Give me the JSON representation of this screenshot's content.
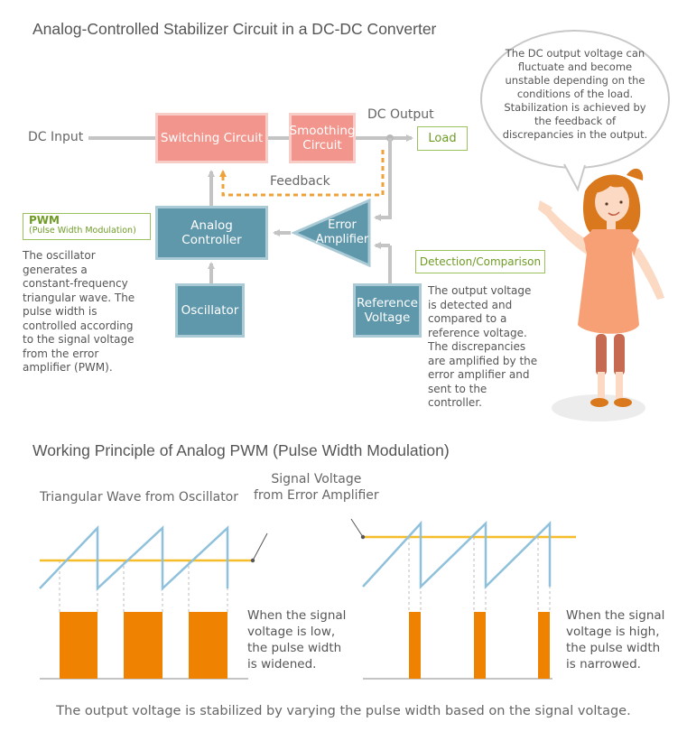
{
  "circuit": {
    "title": "Analog-Controlled Stabilizer Circuit in a DC-DC Converter",
    "dc_input": "DC Input",
    "dc_output": "DC Output",
    "load": "Load",
    "switching_circuit": "Switching Circuit",
    "smoothing_circuit": "Smoothing\nCircuit",
    "feedback": "Feedback",
    "analog_controller": "Analog\nController",
    "error_amplifier": "Error\nAmplifier",
    "oscillator": "Oscillator",
    "reference_voltage": "Reference\nVoltage",
    "pwm_tag_title": "PWM",
    "pwm_tag_sub": "(Pulse Width Modulation)",
    "pwm_description": "The oscillator\ngenerates a\nconstant-frequency\ntriangular wave. The\npulse width is\ncontrolled according\nto the signal voltage\nfrom the error\namplifier (PWM).",
    "detection_tag": "Detection/Comparison",
    "detection_description": "The output voltage\nis detected and\ncompared to a\nreference voltage.\nThe discrepancies\nare amplified by the\nerror amplifier and\nsent to the\ncontroller.",
    "bubble_text": "The DC output voltage can\nfluctuate and become\nunstable depending on the\nconditions of the load.\nStabilization is achieved by\nthe feedback of\ndiscrepancies in the output."
  },
  "principle": {
    "title": "Working Principle of Analog PWM (Pulse Width Modulation)",
    "triangular_label": "Triangular Wave from Oscillator",
    "signal_label": "Signal Voltage\nfrom Error Amplifier",
    "low_caption": "When the signal\nvoltage is low,\nthe pulse width\nis widened.",
    "high_caption": "When the signal\nvoltage is high,\nthe pulse width\nis narrowed.",
    "footer": "The output voltage is stabilized by varying the pulse width based on the signal voltage."
  },
  "colors": {
    "switching_fill": "#f2958c",
    "block_fill": "#5f97ab",
    "feedback_line": "#f0a23a",
    "triangle_wave": "#8fc1dc",
    "signal_line": "#f5bd2a",
    "pulse_fill": "#ef8200",
    "tag_border": "#9bc05e"
  },
  "icons": {
    "character": "woman-presenter-illustration"
  }
}
